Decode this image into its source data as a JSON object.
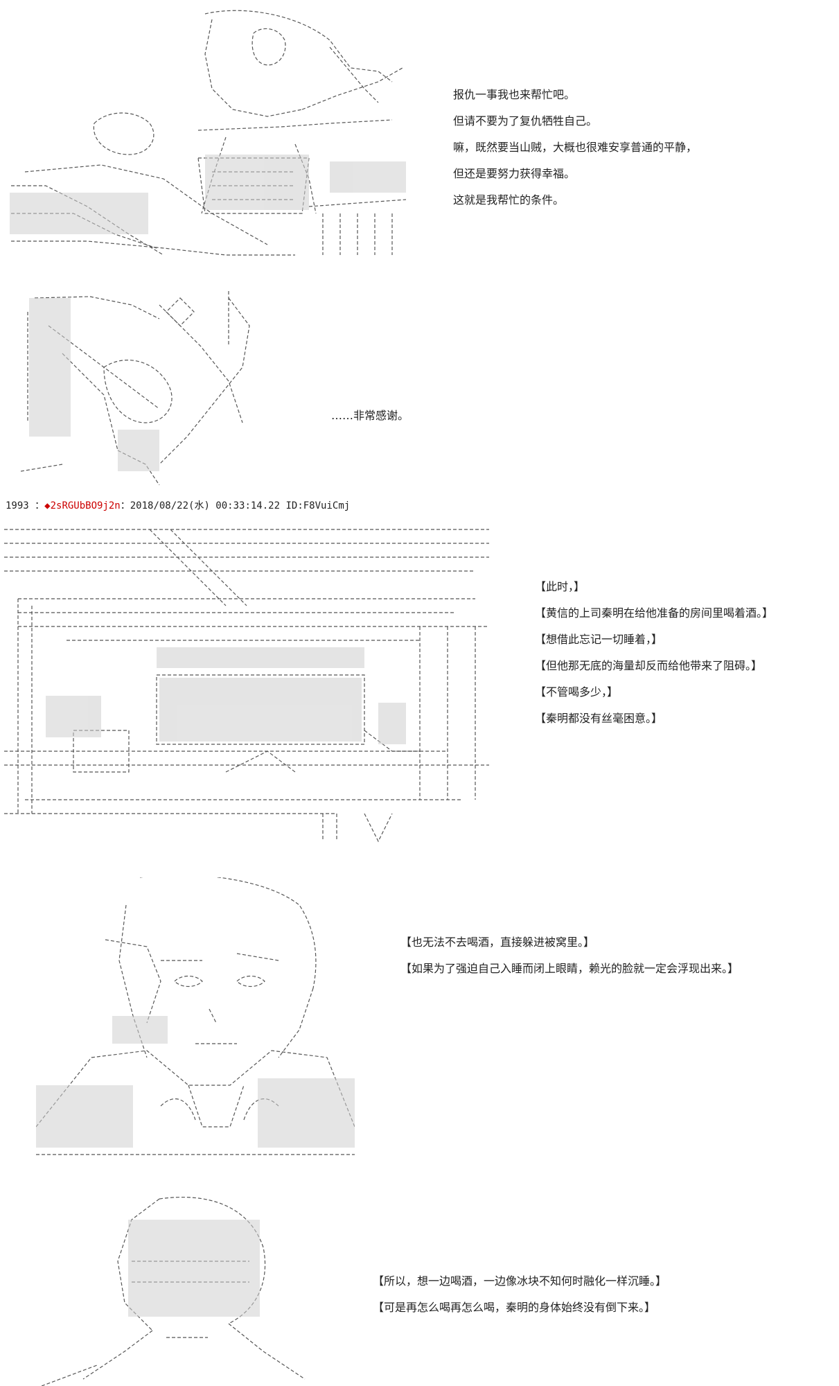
{
  "panels": [
    {
      "lines": [
        "报仇一事我也来帮忙吧。",
        "但请不要为了复仇牺牲自己。",
        "嘛，既然要当山贼，大概也很难安享普通的平静，",
        " 但还是要努力获得幸福。",
        " 这就是我帮忙的条件。"
      ]
    },
    {
      "lines": [
        "……非常感谢。"
      ]
    }
  ],
  "post_header": {
    "number": "1993",
    "separator": " ：",
    "poster_mark": "◆2sRGUbBO9j2n",
    "colon": "：",
    "datetime": "2018/08/22(水) 00:33:14.22",
    "id": " ID:F8VuiCmj"
  },
  "post_panels": [
    {
      "lines": [
        "【此时，】",
        "【黄信的上司秦明在给他准备的房间里喝着酒。】",
        "【想借此忘记一切睡着，】",
        "【但他那无底的海量却反而给他带来了阻碍。】",
        "【不管喝多少，】",
        "【秦明都没有丝毫困意。】"
      ]
    },
    {
      "lines": [
        "【也无法不去喝酒，直接躲进被窝里。】",
        "【如果为了强迫自己入睡而闭上眼睛，赖光的脸就一定会浮现出来。】"
      ]
    },
    {
      "lines": [
        "【所以，想一边喝酒，一边像冰块不知何时融化一样沉睡。】",
        "【可是再怎么喝再怎么喝，秦明的身体始终没有倒下来。】"
      ]
    }
  ],
  "colors": {
    "text": "#222222",
    "poster": "#cc0000",
    "art_line": "#555555",
    "art_fill": "#cfcfcf"
  }
}
